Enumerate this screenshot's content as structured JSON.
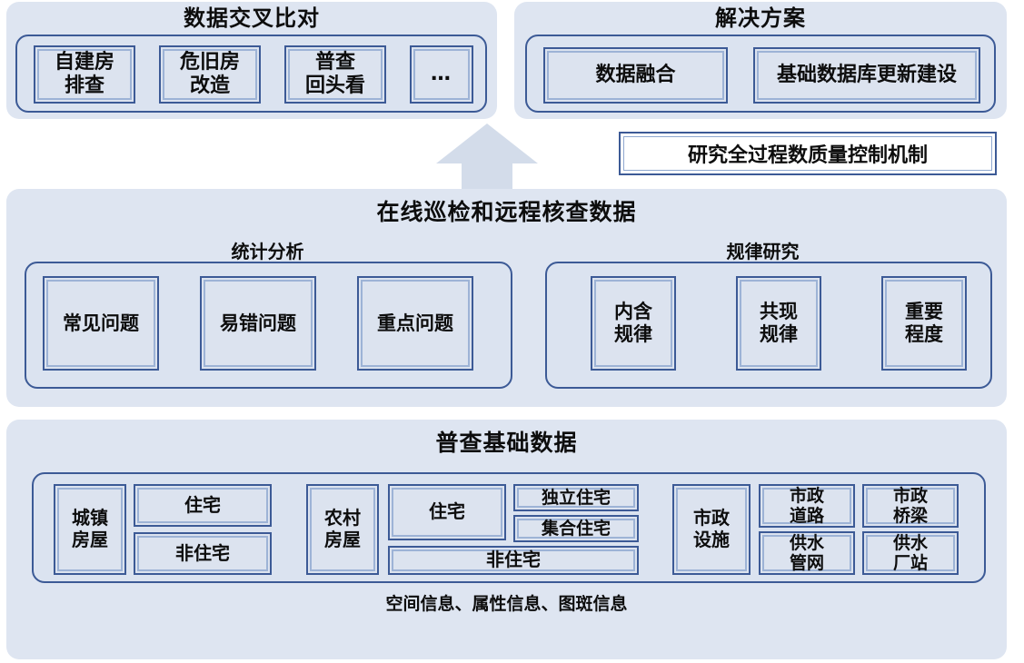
{
  "diagram": {
    "title_top_left": "数据交叉比对",
    "title_top_right": "解决方案",
    "title_middle": "在线巡检和远程核查数据",
    "title_bottom": "普查基础数据"
  },
  "cross_compare": {
    "title": "数据交叉比对",
    "items": [
      {
        "label": "自建房\n排查"
      },
      {
        "label": "危旧房\n改造"
      },
      {
        "label": "普查\n回头看"
      },
      {
        "label": "…"
      }
    ]
  },
  "solution": {
    "title": "解决方案",
    "items": [
      {
        "label": "数据融合"
      },
      {
        "label": "基础数据库更新建设"
      }
    ],
    "quality_control": "研究全过程数质量控制机制"
  },
  "inspection": {
    "title": "在线巡检和远程核查数据",
    "groups": [
      {
        "subtitle": "统计分析",
        "items": [
          {
            "label": "常见问题"
          },
          {
            "label": "易错问题"
          },
          {
            "label": "重点问题"
          }
        ]
      },
      {
        "subtitle": "规律研究",
        "items": [
          {
            "label": "内含\n规律"
          },
          {
            "label": "共现\n规律"
          },
          {
            "label": "重要\n程度"
          }
        ]
      }
    ]
  },
  "census_base": {
    "title": "普查基础数据",
    "urban": {
      "label": "城镇\n房屋",
      "children": [
        {
          "label": "住宅"
        },
        {
          "label": "非住宅"
        }
      ]
    },
    "rural": {
      "label": "农村\n房屋",
      "residential": "住宅",
      "residential_children": [
        {
          "label": "独立住宅"
        },
        {
          "label": "集合住宅"
        }
      ],
      "non_residential": "非住宅"
    },
    "municipal": {
      "label": "市政\n设施",
      "children": [
        {
          "label": "市政\n道路"
        },
        {
          "label": "供水\n管网"
        },
        {
          "label": "市政\n桥梁"
        },
        {
          "label": "供水\n厂站"
        }
      ]
    },
    "caption": "空间信息、属性信息、图斑信息"
  },
  "arrow": {
    "name": "up-arrow",
    "direction": "up"
  },
  "colors": {
    "panel_fill": "#dee5f1",
    "group_fill": "#dbe3f0",
    "box_fill": "#dce3ef",
    "border_dark": "#3c5a96",
    "border_light": "#9db3d6",
    "arrow_fill": "#d3dcea",
    "text": "#0d0d0d",
    "white_box": "#ffffff"
  }
}
